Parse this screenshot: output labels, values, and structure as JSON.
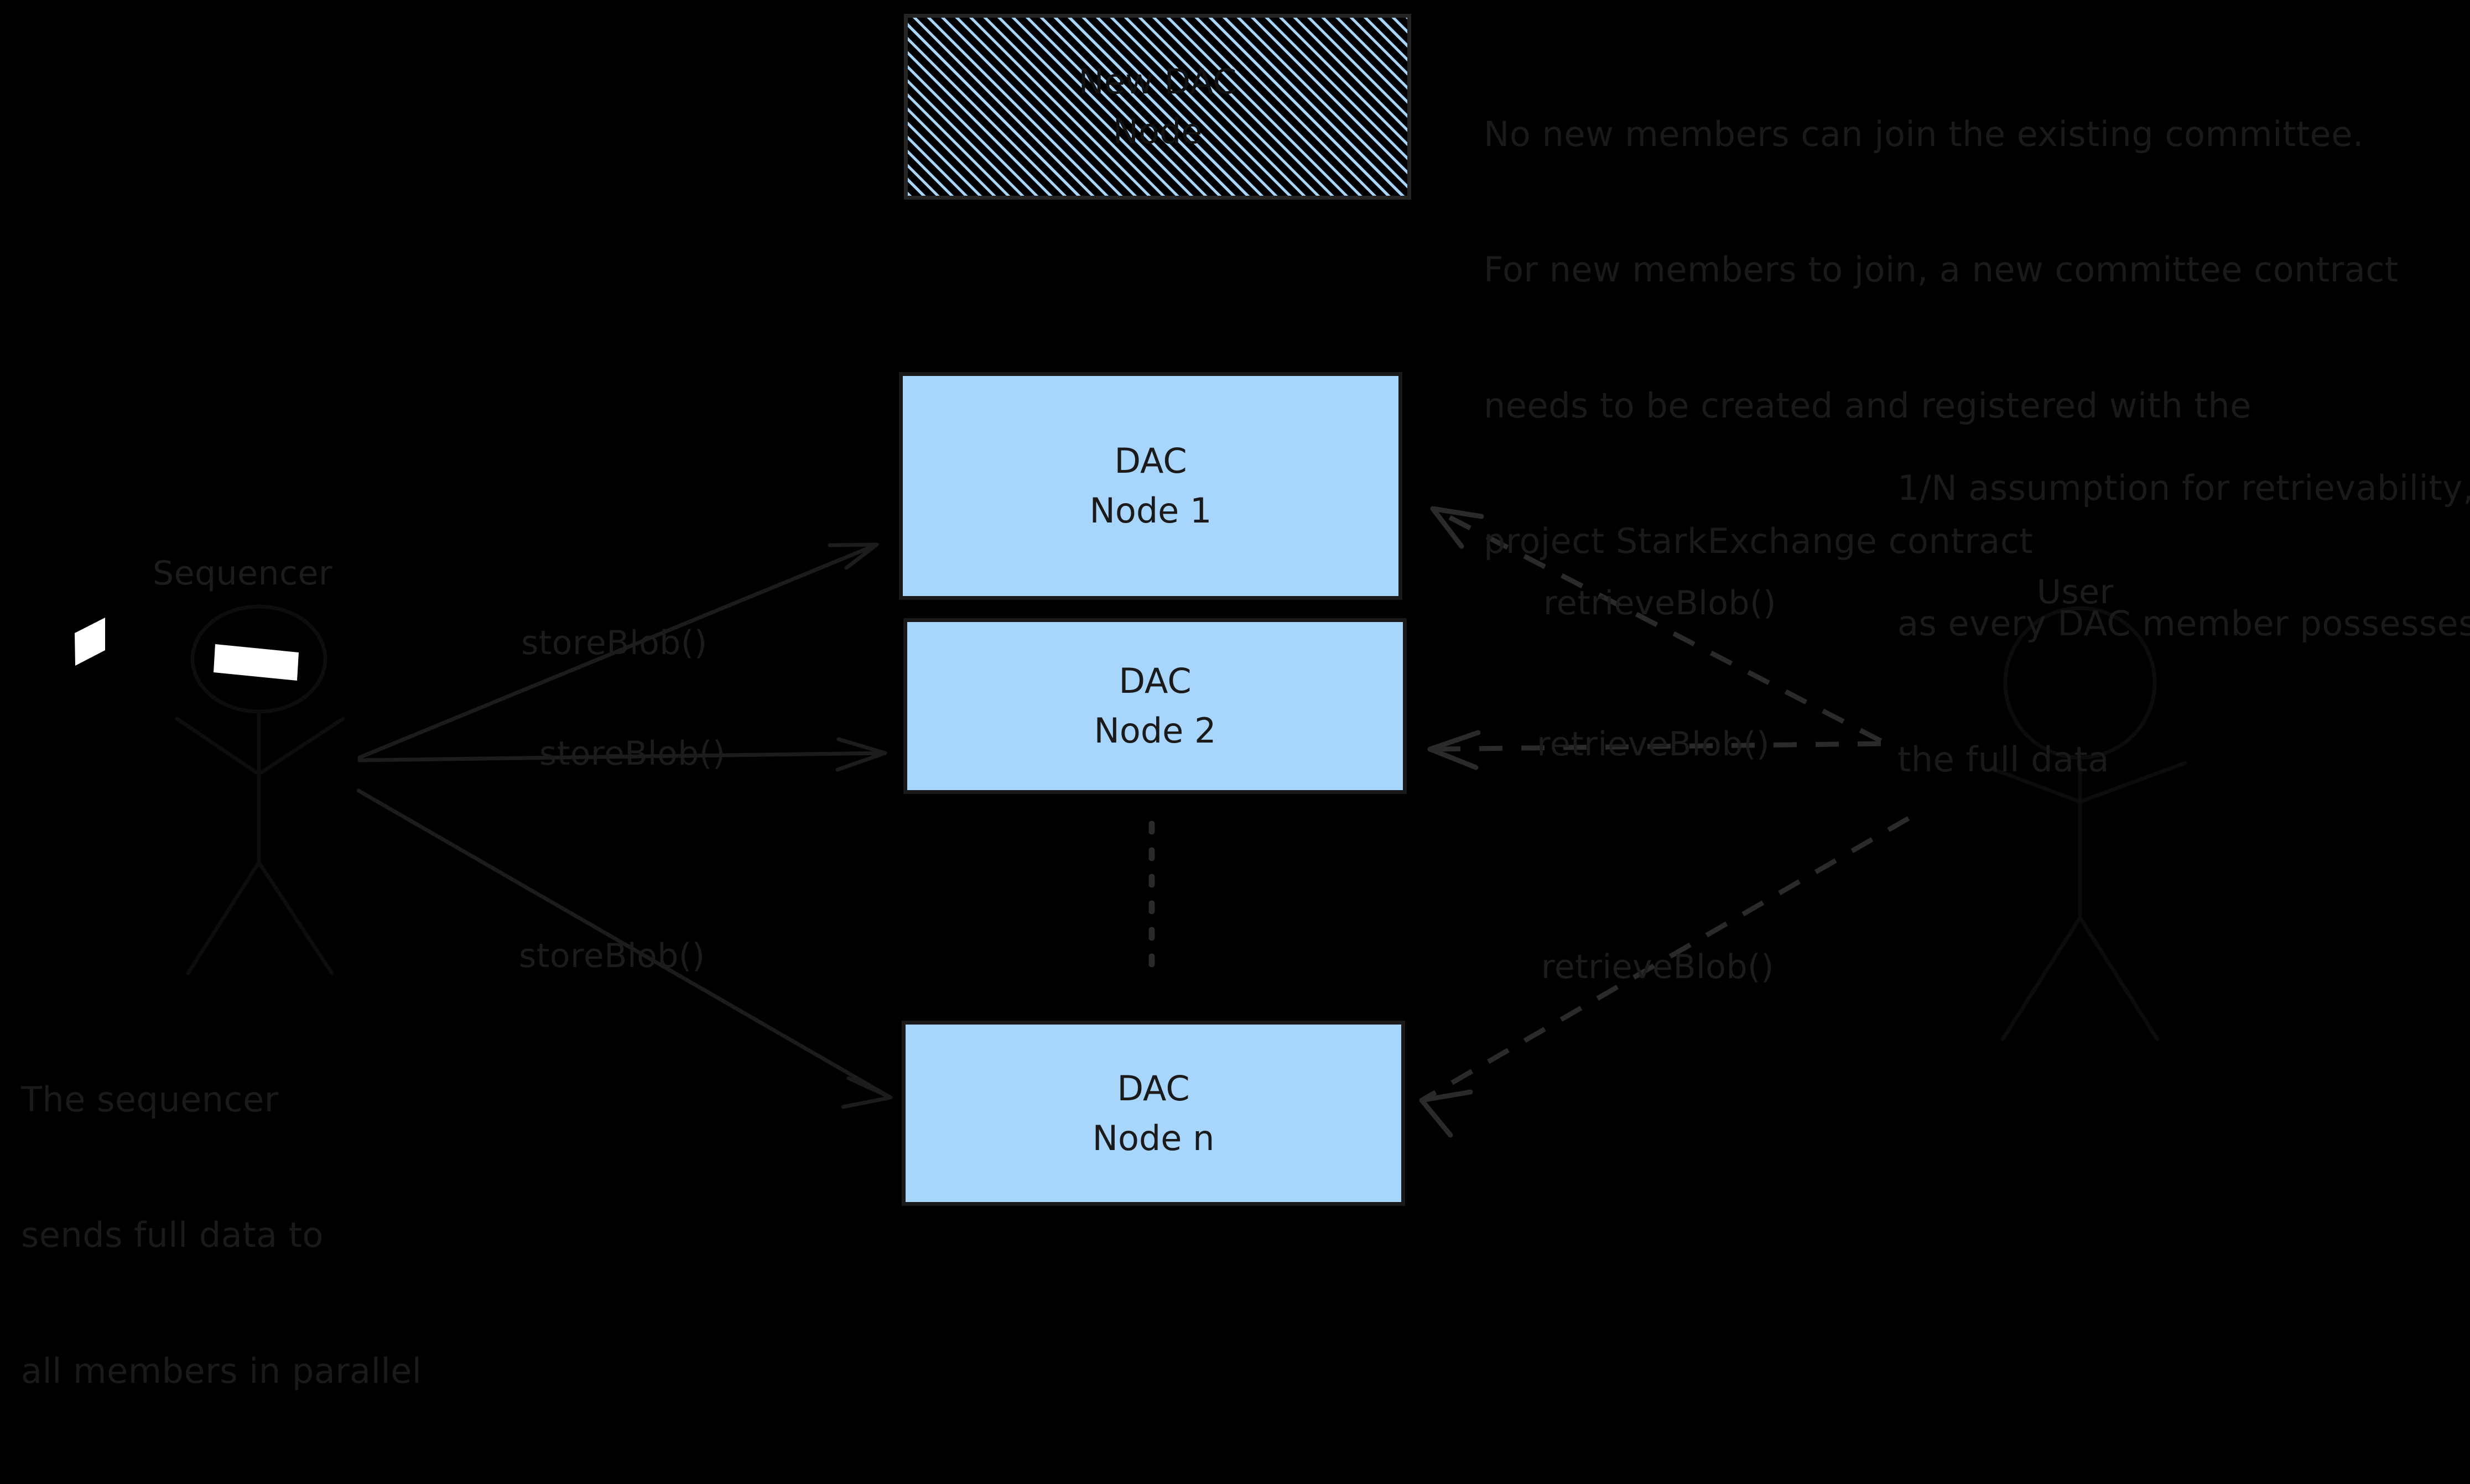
{
  "diagram": {
    "background_color": "#000000",
    "node_fill_color": "#a7d5fb",
    "stroke_color": "#1a1a1a",
    "text_color": "#1e1e1e"
  },
  "actors": {
    "sequencer": {
      "label": "Sequencer",
      "icon": "stick-figure-person"
    },
    "user": {
      "label": "User",
      "icon": "stick-figure-person"
    }
  },
  "nodes": [
    {
      "id": "dac-node-1",
      "line1": "DAC",
      "line2": "Node 1"
    },
    {
      "id": "dac-node-2",
      "line1": "DAC",
      "line2": "Node 2"
    },
    {
      "id": "dac-node-n",
      "line1": "DAC",
      "line2": "Node n"
    }
  ],
  "new_node": {
    "line1": "New DAC",
    "line2": "Node",
    "style": "hatched"
  },
  "edges": {
    "store": [
      {
        "label": "storeBlob()",
        "from": "sequencer",
        "to": "dac-node-1",
        "style": "solid"
      },
      {
        "label": "storeBlob()",
        "from": "sequencer",
        "to": "dac-node-2",
        "style": "solid"
      },
      {
        "label": "storeBlob()",
        "from": "sequencer",
        "to": "dac-node-n",
        "style": "solid"
      }
    ],
    "retrieve": [
      {
        "label": "retrieveBlob()",
        "from": "user",
        "to": "dac-node-1",
        "style": "dashed"
      },
      {
        "label": "retrieveBlob()",
        "from": "user",
        "to": "dac-node-2",
        "style": "dashed"
      },
      {
        "label": "retrieveBlob()",
        "from": "user",
        "to": "dac-node-n",
        "style": "dashed"
      }
    ]
  },
  "annotations": {
    "committee": {
      "lines": [
        "No new members can join the existing committee.",
        "For new members to join, a new committee contract",
        "needs to be created and registered with the",
        "project StarkExchange contract"
      ]
    },
    "retrievability": {
      "lines": [
        "1/N assumption for retrievability,",
        "as every DAC member possesses",
        "the full data"
      ]
    },
    "sequencer_note": {
      "lines": [
        "The sequencer",
        "sends full data to",
        "all members in parallel"
      ]
    }
  }
}
